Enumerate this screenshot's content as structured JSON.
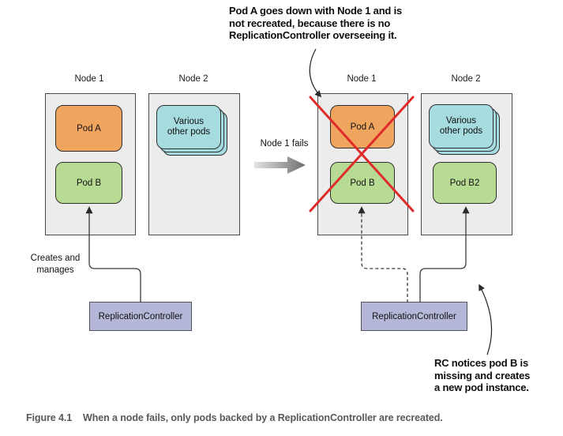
{
  "top_annotation": {
    "line1": "Pod A goes down with Node 1 and is",
    "line2": "not recreated, because there is no",
    "line3": "ReplicationController overseeing it."
  },
  "before": {
    "node1": {
      "label": "Node 1",
      "pod_a": "Pod A",
      "pod_b": "Pod B"
    },
    "node2": {
      "label": "Node 2",
      "stack": "Various\nother pods"
    }
  },
  "transition": {
    "label": "Node 1 fails"
  },
  "after": {
    "node1": {
      "label": "Node 1",
      "pod_a": "Pod A",
      "pod_b": "Pod B"
    },
    "node2": {
      "label": "Node 2",
      "stack": "Various\nother pods",
      "pod_b2": "Pod B2"
    }
  },
  "rc": {
    "left_label": "ReplicationController",
    "right_label": "ReplicationController"
  },
  "left_annotation": {
    "line1": "Creates and",
    "line2": "manages"
  },
  "bottom_annotation": {
    "line1": "RC notices pod B is",
    "line2": "missing and creates",
    "line3": "a new pod instance."
  },
  "caption": {
    "figure": "Figure 4.1",
    "text": "When a node fails, only pods backed by a ReplicationController are recreated."
  },
  "colors": {
    "node_fill": "#ececec",
    "node_border": "#4a4a4a",
    "pod_orange": "#f0a55f",
    "pod_green": "#b8db93",
    "pod_blue": "#a6dbdf",
    "pod_border": "#2f2f2f",
    "rc_fill": "#b4b7d7",
    "rc_border": "#54555c",
    "cross_red": "#e02b2b",
    "line_dark": "#3a3a3a",
    "caption_gray": "#58585a",
    "arrow_gray_light": "#e3e3e3",
    "arrow_gray_dark": "#6f6f6f"
  }
}
